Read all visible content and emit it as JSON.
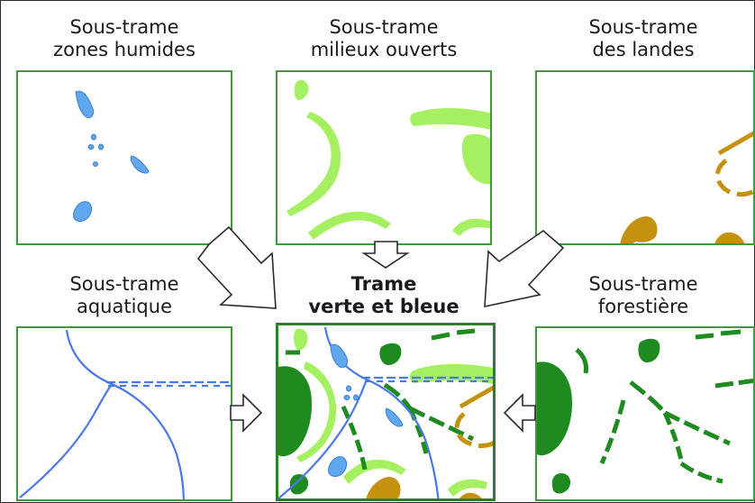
{
  "panels": {
    "wetlands": {
      "line1": "Sous-trame",
      "line2": "zones humides"
    },
    "open": {
      "line1": "Sous-trame",
      "line2": "milieux ouverts"
    },
    "heath": {
      "line1": "Sous-trame",
      "line2": "des landes"
    },
    "aquatic": {
      "line1": "Sous-trame",
      "line2": "aquatique"
    },
    "central": {
      "line1": "Trame",
      "line2": "verte et bleue"
    },
    "forest": {
      "line1": "Sous-trame",
      "line2": "forestière"
    }
  },
  "colors": {
    "border": "#3f9a3f",
    "water": "#5fa8f0",
    "river": "#4a78e8",
    "light_green": "#a4f060",
    "dark_green": "#1f8a1f",
    "heath": "#c4920f"
  },
  "icons": [
    "arrow-down-right-icon",
    "arrow-down-icon",
    "arrow-down-left-icon",
    "arrow-right-icon",
    "arrow-left-icon"
  ]
}
